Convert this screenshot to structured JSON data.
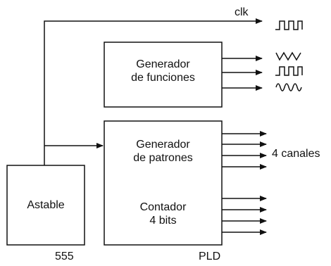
{
  "blocks": {
    "astable": "Astable",
    "timer_chip": "555",
    "function_generator": {
      "line1": "Generador",
      "line2": "de funciones"
    },
    "pattern_generator": {
      "line1": "Generador",
      "line2": "de patrones"
    },
    "counter": {
      "line1": "Contador",
      "line2": "4 bits"
    },
    "pld_chip": "PLD"
  },
  "signals": {
    "clock": "clk",
    "channels": "4 canales"
  },
  "waveforms": {
    "clock_output": "square-wave-icon",
    "function_outputs": [
      "triangle-wave-icon",
      "square-wave-icon",
      "sine-wave-icon"
    ]
  },
  "colors": {
    "line": "#111111",
    "background": "#ffffff"
  }
}
